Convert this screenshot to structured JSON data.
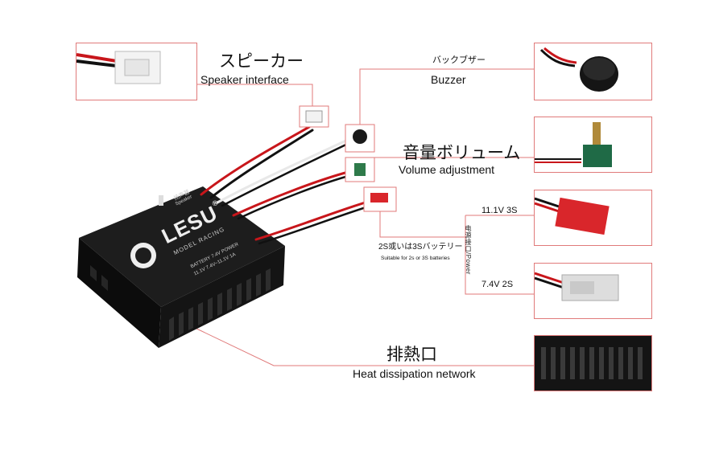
{
  "labels": {
    "speaker_jp": "スピーカー",
    "speaker_en": "Speaker interface",
    "buzzer_jp": "バックブザー",
    "buzzer_en": "Buzzer",
    "volume_jp": "音量ボリューム",
    "volume_en": "Volume adjustment",
    "battery_jp": "2S或いは3Sバッテリー",
    "battery_en": "Suitable for 2s or 3S batteries",
    "power_port": "电源接口/Power",
    "v111": "11.1V  3S",
    "v74": "7.4V   2S",
    "heat_jp": "排熱口",
    "heat_en": "Heat dissipation network"
  },
  "device": {
    "brand": "LESU",
    "trademark": "®",
    "subtitle": "MODEL RACING",
    "speaker_mark": "扬声器",
    "speaker_mark_en": "Speaker",
    "spec_row1": "BATTERY  7.4V   POWER",
    "spec_row2": "11.1V   7.4V~11.1V  1A"
  },
  "colors": {
    "frame": "#e07a7a",
    "leader": "#e07a7a",
    "device": "#161616",
    "wire_red": "#c8161b",
    "wire_black": "#111111",
    "wire_white": "#e8e8e8"
  }
}
